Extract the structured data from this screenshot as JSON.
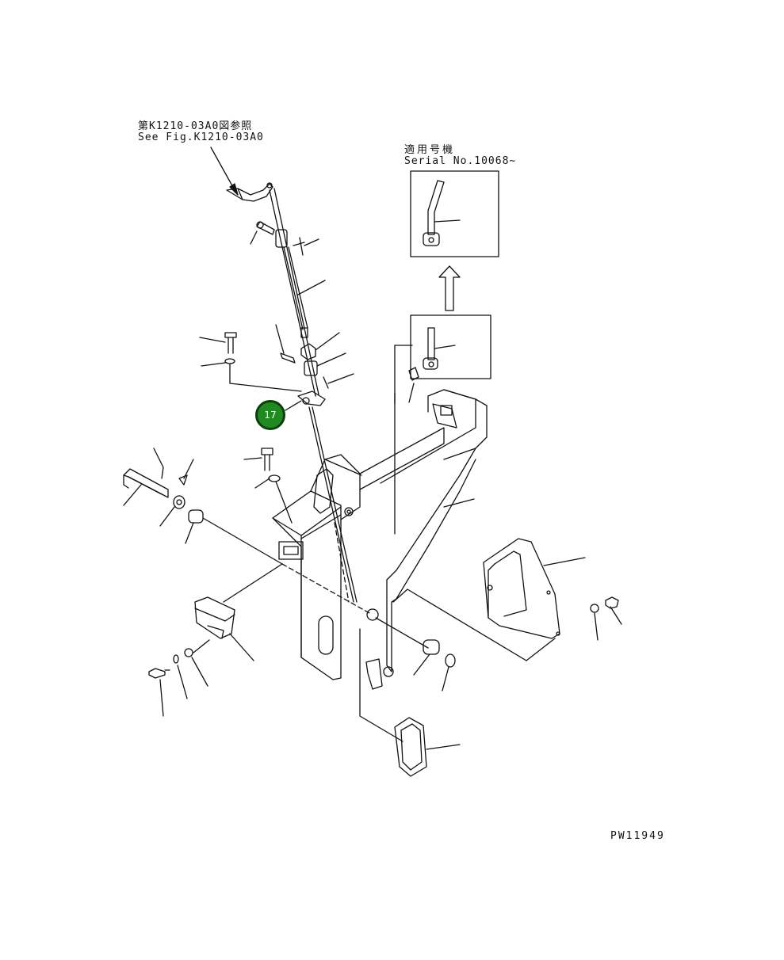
{
  "reference": {
    "japanese": "第K1210-03A0図参照",
    "english": "See Fig.K1210-03A0"
  },
  "serial": {
    "japanese": "適用号機",
    "english": "Serial No.10068~"
  },
  "callout": {
    "number": "17",
    "color": "#1f8a1f"
  },
  "drawing_number": "PW11949"
}
